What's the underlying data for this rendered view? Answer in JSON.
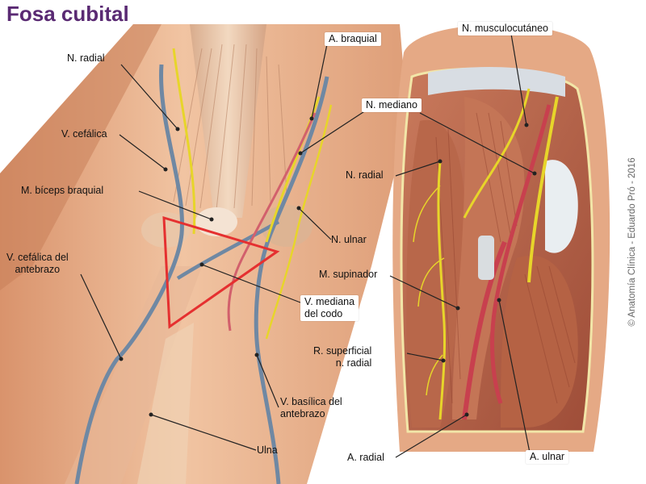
{
  "title": "Fosa cubital",
  "copyright": "© Anatomía Clínica - Eduardo Pró - 2016",
  "colors": {
    "title": "#5a2a73",
    "skin": "#e9b58e",
    "muscle": "#b9674c",
    "vein": "#6f88a3",
    "artery": "#c8404e",
    "nerve": "#e7d52a",
    "triangle": "#e53030"
  },
  "labels": {
    "n_radial_left": "N. radial",
    "v_cefalica": "V. cefálica",
    "m_biceps": "M. bíceps braquial",
    "v_cefalica_antebrazo": "V. cefálica del\nantebrazo",
    "a_braquial": "A. braquial",
    "n_mediano": "N. mediano",
    "n_ulnar": "N. ulnar",
    "v_mediana_codo": "V. mediana\ndel codo",
    "v_basilica_antebrazo": "V. basílica del\nantebrazo",
    "ulna": "Ulna",
    "n_musculocutaneo": "N. musculocutáneo",
    "n_radial_right": "N. radial",
    "m_supinador": "M. supinador",
    "r_superficial": "R. superficial\nn. radial",
    "a_radial": "A. radial",
    "a_ulnar": "A. ulnar"
  }
}
